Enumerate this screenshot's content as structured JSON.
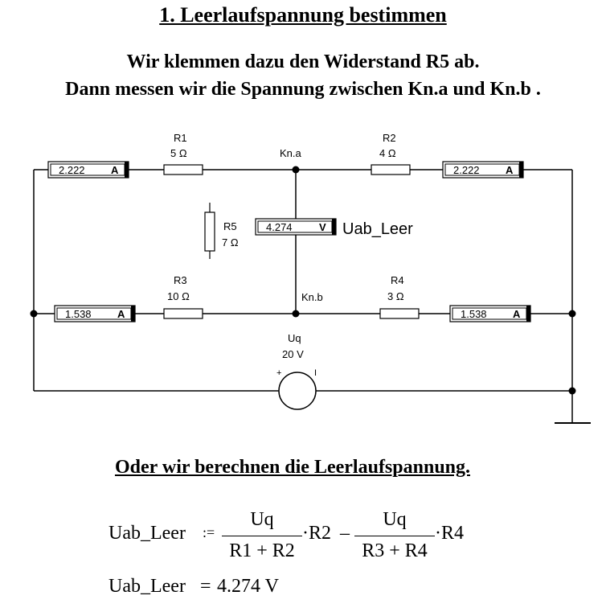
{
  "title": "1. Leerlaufspannung bestimmen",
  "intro": {
    "line1": "Wir klemmen dazu den Widerstand R5 ab.",
    "line2": "Dann  messen wir die Spannung zwischen Kn.a und Kn.b ."
  },
  "circuit": {
    "r1": {
      "name": "R1",
      "value": "5 Ω"
    },
    "r2": {
      "name": "R2",
      "value": "4 Ω"
    },
    "r3": {
      "name": "R3",
      "value": "10 Ω"
    },
    "r4": {
      "name": "R4",
      "value": "3 Ω"
    },
    "r5": {
      "name": "R5",
      "value": "7 Ω"
    },
    "node_a": "Kn.a",
    "node_b": "Kn.b",
    "source": {
      "name": "Uq",
      "value": "20 V",
      "plus": "+",
      "minus": "I"
    },
    "ammeters": {
      "top_left": {
        "reading": "2.222",
        "unit": "A"
      },
      "top_right": {
        "reading": "2.222",
        "unit": "A"
      },
      "bottom_left": {
        "reading": "1.538",
        "unit": "A"
      },
      "bottom_right": {
        "reading": "1.538",
        "unit": "A"
      }
    },
    "voltmeter": {
      "reading": "4.274",
      "unit": "V",
      "label": "Uab_Leer"
    }
  },
  "calc_heading": "Oder wir berechnen die Leerlaufspannung.",
  "formula": {
    "lhs": "Uab_Leer",
    "assign": ":=",
    "num1": "Uq",
    "den1": "R1 + R2",
    "mult1": "·R2",
    "minus": "–",
    "num2": "Uq",
    "den2": "R3 + R4",
    "mult2": "·R4"
  },
  "result": {
    "lhs": "Uab_Leer",
    "eq": "=",
    "value": "4.274 V"
  }
}
